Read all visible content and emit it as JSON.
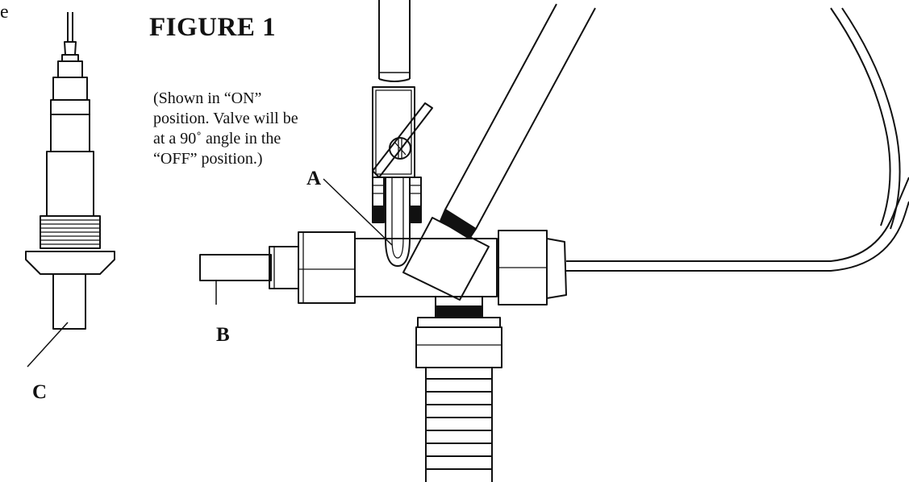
{
  "figure": {
    "title": "FIGURE 1",
    "note_lines": [
      "(Shown in “ON”",
      "position. Valve will be",
      "at a 90˚ angle in the",
      "“OFF” position.)"
    ],
    "stray_char": "e"
  },
  "callouts": {
    "a": "A",
    "b": "B",
    "c": "C"
  },
  "colors": {
    "ink": "#111111",
    "background": "#ffffff"
  }
}
